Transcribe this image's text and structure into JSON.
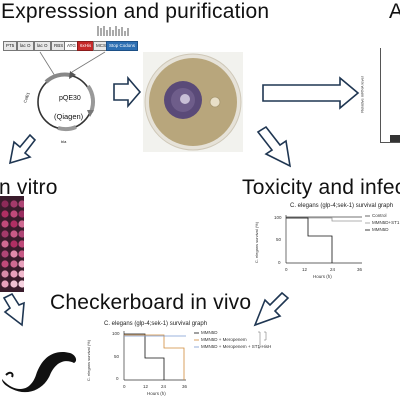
{
  "panels": {
    "expression": {
      "title": "Expresssion and purification",
      "plasmid_name": "pQE30",
      "plasmid_vendor": "(Qiagen)",
      "cassette": [
        "PT5",
        "lac O",
        "lac O",
        "RBS",
        "ATG",
        "6xHis",
        "MCS",
        "Stop Codons"
      ],
      "cassette_extra": [
        "ColE1",
        "bla"
      ]
    },
    "top_right": {
      "title_fragment": "A",
      "ylabel": "Relative mRNA level"
    },
    "invitro": {
      "title_fragment": "n vitro"
    },
    "toxicity": {
      "title": "Toxicity and infect",
      "graph_title": "C. elegans (glp-4;sek-1) survival graph",
      "ylabel": "C. elegans survival (%)",
      "xlabel": "Hours (h)",
      "xticks": [
        "0",
        "12",
        "24",
        "36"
      ],
      "yticks": [
        "0",
        "50",
        "100"
      ],
      "legend": [
        "Control",
        "MMN5D+ST1",
        "MMN5D"
      ]
    },
    "checkerboard": {
      "title": "Checkerboard in vivo",
      "graph_title": "C. elegans (glp-4;sek-1) survival graph",
      "ylabel": "C. elegans survival (%)",
      "xlabel": "Hours (h)",
      "xticks": [
        "0",
        "12",
        "24",
        "36"
      ],
      "yticks": [
        "0",
        "50",
        "100"
      ],
      "legend": [
        "MMN5D",
        "MMN5D + Meropenem",
        "MMN5D + Meropenem + ST1-HisH"
      ]
    }
  },
  "colors": {
    "petri_agar": "#b8a67c",
    "zone": "#5a4a78",
    "plate_well": "#b02f63",
    "arrow": "#1f3652",
    "his_tag": "#c62a2a",
    "stop_codon": "#2d6fb3"
  }
}
